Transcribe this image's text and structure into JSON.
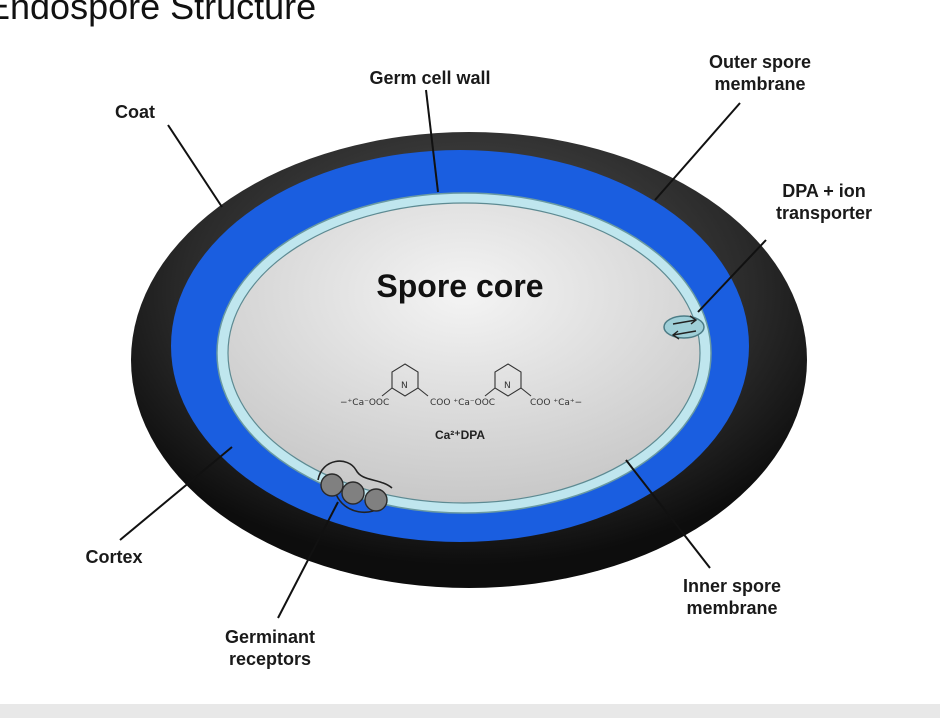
{
  "title": "Endospore Structure",
  "core": {
    "title": "Spore core",
    "molecule_label": "Ca²⁺DPA",
    "fragments": [
      "−⁺Ca⁻OOC",
      "COO ⁺Ca⁻OOC",
      "N",
      "COO ⁺Ca⁺−",
      "N"
    ]
  },
  "labels": {
    "coat": "Coat",
    "germ_cell_wall": "Germ cell wall",
    "outer_spore_membrane": "Outer spore\nmembrane",
    "dpa_transporter": "DPA + ion\ntransporter",
    "cortex": "Cortex",
    "germinant_receptors": "Germinant\nreceptors",
    "inner_spore_membrane": "Inner spore\nmembrane"
  },
  "colors": {
    "coat": "#1c1c1c",
    "cortex": "#1a5ee0",
    "inner_membrane": "#bfe6ee",
    "core": "#d9d9d9",
    "receptor": "#808080"
  }
}
